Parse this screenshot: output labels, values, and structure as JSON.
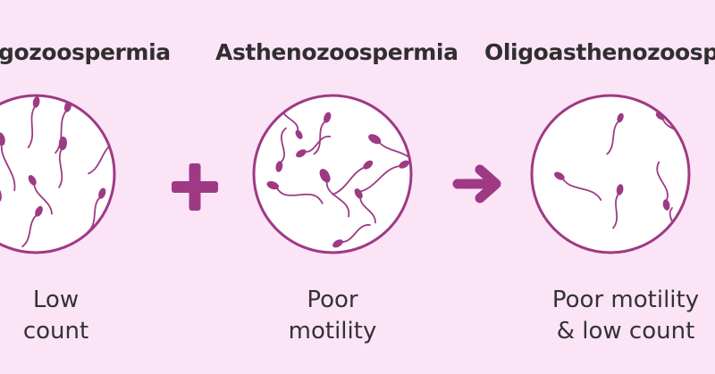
{
  "colors": {
    "background": "#fce4f7",
    "accent": "#9e3a84",
    "text": "#333333"
  },
  "panels": [
    {
      "title": "gozoospermia",
      "caption_line1": "Low",
      "caption_line2": "count"
    },
    {
      "title": "Asthenozoospermia",
      "caption_line1": "Poor",
      "caption_line2": "motility"
    },
    {
      "title": "Oligoasthenozoospe",
      "caption_line1": "Poor motility",
      "caption_line2": "& low count"
    }
  ],
  "operators": {
    "plus": "plus-icon",
    "arrow": "arrow-right-icon"
  }
}
